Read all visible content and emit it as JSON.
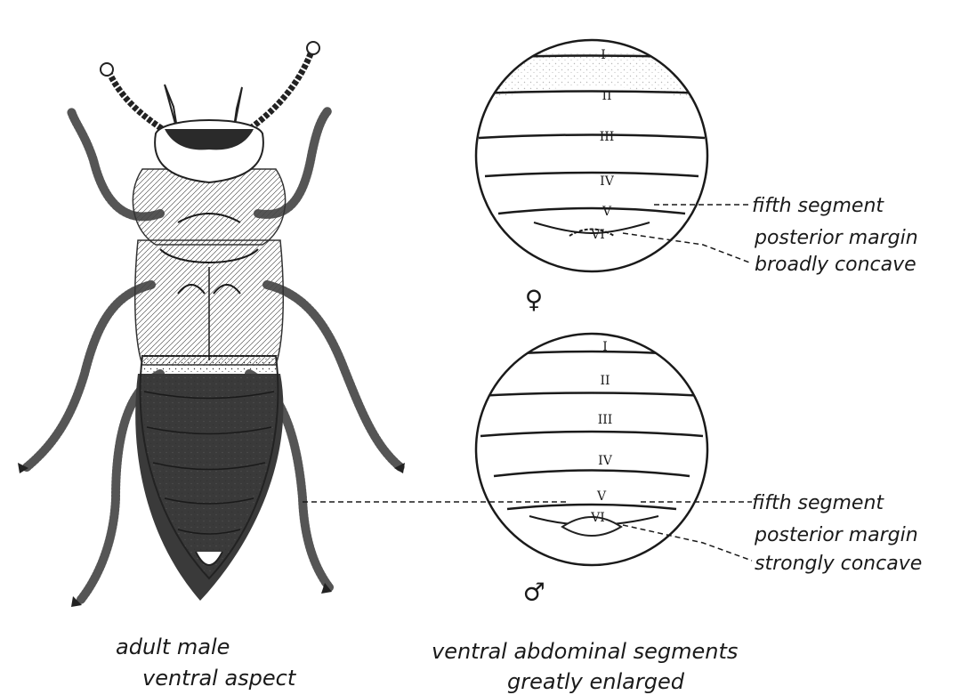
{
  "figure": {
    "beetle_caption": [
      "adult male",
      "ventral aspect"
    ],
    "segments_caption": [
      "ventral abdominal segments",
      "greatly enlarged"
    ]
  },
  "female": {
    "symbol": "♀",
    "segment_labels": [
      "I",
      "II",
      "III",
      "IV",
      "V",
      "VI"
    ],
    "annotation": [
      "fifth segment",
      "posterior margin",
      "broadly concave"
    ]
  },
  "male": {
    "symbol": "♂",
    "segment_labels": [
      "I",
      "II",
      "III",
      "IV",
      "V",
      "VI"
    ],
    "annotation": [
      "fifth segment",
      "posterior margin",
      "strongly concave"
    ]
  }
}
